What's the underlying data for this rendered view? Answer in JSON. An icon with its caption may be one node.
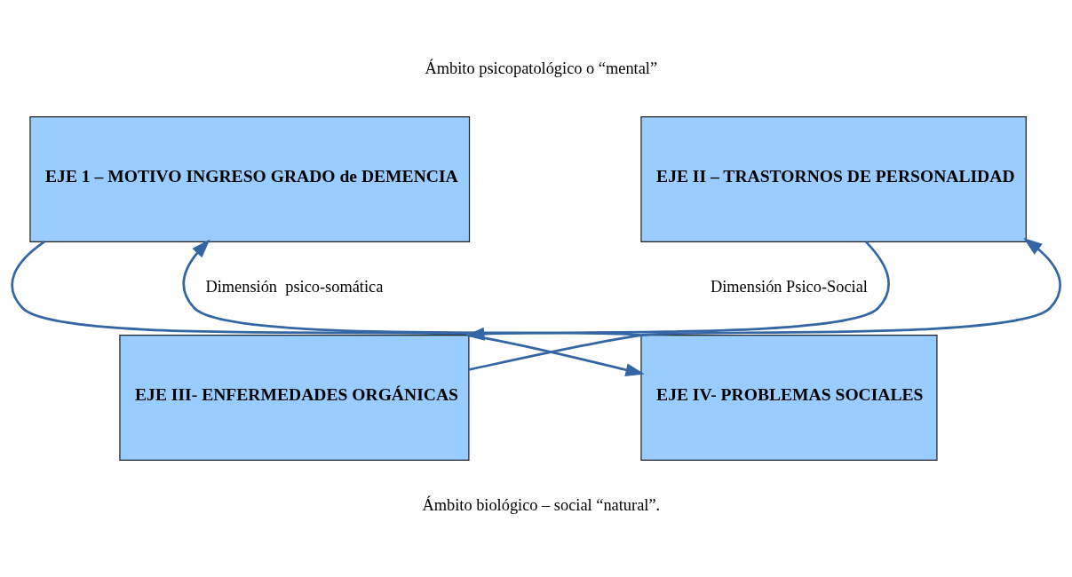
{
  "diagram": {
    "nodes": [
      {
        "text": [
          "EJE 1 – MOTIVO INGRESO GRADO de DEMENCIA"
        ]
      },
      {
        "text": [
          "EJE II – TRASTORNOS DE PERSONALIDAD"
        ]
      },
      {
        "text": [
          "EJE III- ENFERMEDADES ORGÁNICAS"
        ]
      },
      {
        "text": [
          "EJE IV- PROBLEMAS SOCIALES"
        ]
      }
    ],
    "edges": [
      {
        "from": 0,
        "to": 3,
        "arrow": "to"
      },
      {
        "from": 3,
        "to": 0,
        "arrow": "to"
      },
      {
        "from": 1,
        "to": 2,
        "arrow": "to"
      },
      {
        "from": 2,
        "to": 1,
        "arrow": "to"
      }
    ],
    "labels": [
      "Ámbito psicopatológico o “mental”",
      "Dimensión  psico-somática",
      "Dimensión Psico-Social",
      "Ámbito biológico – social “natural”."
    ]
  }
}
